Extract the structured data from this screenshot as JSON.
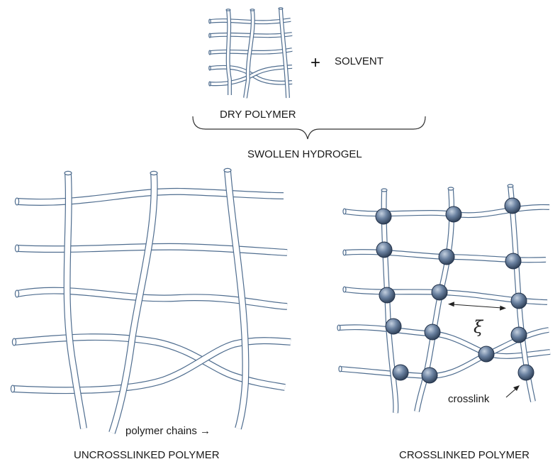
{
  "labels": {
    "dry_polymer": "DRY POLYMER",
    "plus": "+",
    "solvent": "SOLVENT",
    "swollen_hydrogel": "SWOLLEN HYDROGEL",
    "uncrosslinked": "UNCROSSLINKED POLYMER",
    "crosslinked": "CROSSLINKED POLYMER",
    "polymer_chains": "polymer chains →",
    "crosslink": "crosslink",
    "mesh_symbol": "ξ"
  },
  "colors": {
    "fiber_stroke": "#4f6d8f",
    "fiber_fill": "#ffffff",
    "crosslink_fill": "#4a6383",
    "text": "#1a1a1a"
  }
}
